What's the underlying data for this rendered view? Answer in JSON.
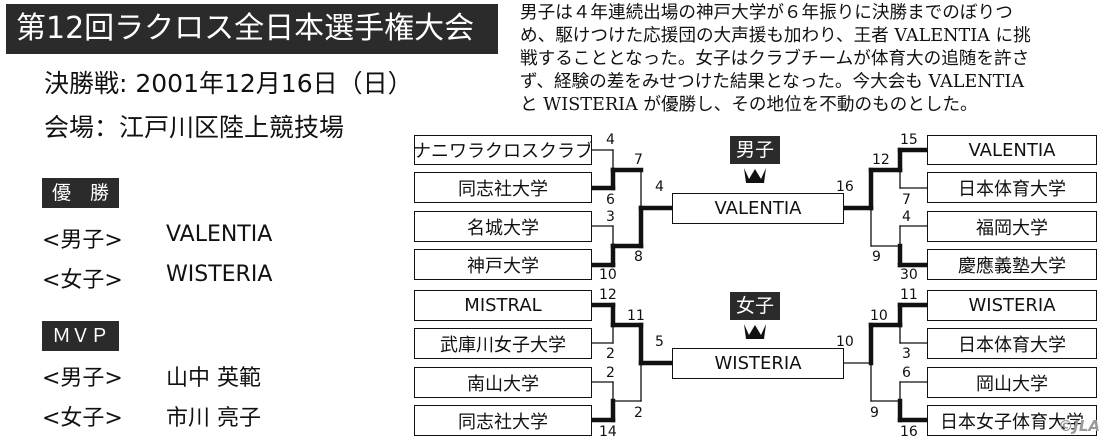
{
  "title": "第12回ラクロス全日本選手権大会",
  "final_date": "決勝戦: 2001年12月16日（日）",
  "venue": "会場：江戸川区陸上競技場",
  "champions": {
    "label": "優　勝",
    "men": {
      "category": "<男子>",
      "team": "VALENTIA"
    },
    "women": {
      "category": "<女子>",
      "team": "WISTERIA"
    }
  },
  "mvp": {
    "label": "ＭＶＰ",
    "men": {
      "category": "<男子>",
      "name": "山中 英範"
    },
    "women": {
      "category": "<女子>",
      "name": "市川 亮子"
    }
  },
  "summary": [
    "男子は４年連続出場の神戸大学が６年振りに決勝までのぼりつ",
    "め、駆けつけた応援団の大声援も加わり、王者 VALENTIA に挑",
    "戦することとなった。女子はクラブチームが体育大の追随を許さ",
    "ず、経験の差をみせつけた結果となった。今大会も VALENTIA",
    "と WISTERIA が優勝し、その地位を不動のものとした。"
  ],
  "men_bracket": {
    "category_label": "男子",
    "champion": "VALENTIA",
    "left_teams": [
      "ナニワラクロスクラブ",
      "同志社大学",
      "名城大学",
      "神戸大学"
    ],
    "left_r1_scores": [
      "4",
      "6",
      "3",
      "10"
    ],
    "left_sf_scores": [
      "7",
      "8"
    ],
    "left_final_score": "4",
    "right_teams": [
      "VALENTIA",
      "日本体育大学",
      "福岡大学",
      "慶應義塾大学"
    ],
    "right_r1_scores": [
      "15",
      "7",
      "4",
      "30"
    ],
    "right_sf_scores": [
      "12",
      "9"
    ],
    "right_final_score": "16"
  },
  "women_bracket": {
    "category_label": "女子",
    "champion": "WISTERIA",
    "left_teams": [
      "MISTRAL",
      "武庫川女子大学",
      "南山大学",
      "同志社大学"
    ],
    "left_r1_scores": [
      "12",
      "2",
      "2",
      "14"
    ],
    "left_sf_scores": [
      "11",
      "2"
    ],
    "left_final_score": "5",
    "right_teams": [
      "WISTERIA",
      "日本体育大学",
      "岡山大学",
      "日本女子体育大学"
    ],
    "right_r1_scores": [
      "11",
      "3",
      "6",
      "16"
    ],
    "right_sf_scores": [
      "10",
      "9"
    ],
    "right_final_score": "10"
  },
  "watermark": "©JLA"
}
